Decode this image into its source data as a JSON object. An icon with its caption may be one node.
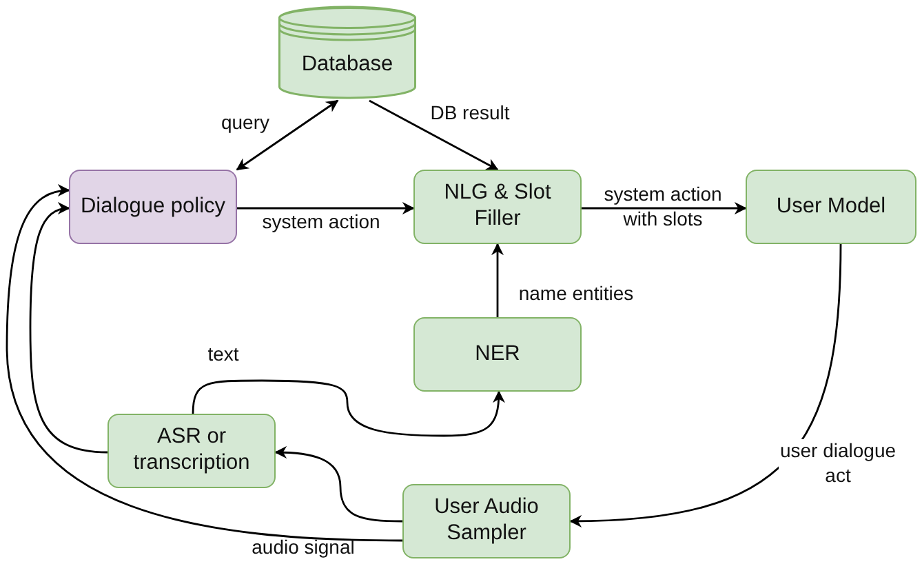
{
  "diagram": {
    "nodes": [
      {
        "text": [
          "Database"
        ]
      },
      {
        "text": [
          "Dialogue policy"
        ]
      },
      {
        "text": [
          "NLG & Slot Filler"
        ]
      },
      {
        "text": [
          "User Model"
        ]
      },
      {
        "text": [
          "NER"
        ]
      },
      {
        "text": [
          "ASR or transcription"
        ]
      },
      {
        "text": [
          "User Audio Sampler"
        ]
      }
    ],
    "edges": [
      {
        "from": 1,
        "to": 0,
        "arrow": "both",
        "label": "query"
      },
      {
        "from": 0,
        "to": 2,
        "arrow": "to",
        "label": "DB result"
      },
      {
        "from": 1,
        "to": 2,
        "arrow": "to",
        "label": "system action"
      },
      {
        "from": 2,
        "to": 3,
        "arrow": "to",
        "label": "system action with slots"
      },
      {
        "from": 4,
        "to": 2,
        "arrow": "to",
        "label": "name entities"
      },
      {
        "from": 5,
        "to": 4,
        "arrow": "to",
        "label": "text"
      },
      {
        "from": 6,
        "to": 5,
        "arrow": "to"
      },
      {
        "from": 3,
        "to": 6,
        "arrow": "to",
        "label": "user dialogue act"
      },
      {
        "from": 5,
        "to": 1,
        "arrow": "to"
      },
      {
        "from": 6,
        "to": 1,
        "arrow": "to",
        "label": "audio signal"
      }
    ]
  }
}
